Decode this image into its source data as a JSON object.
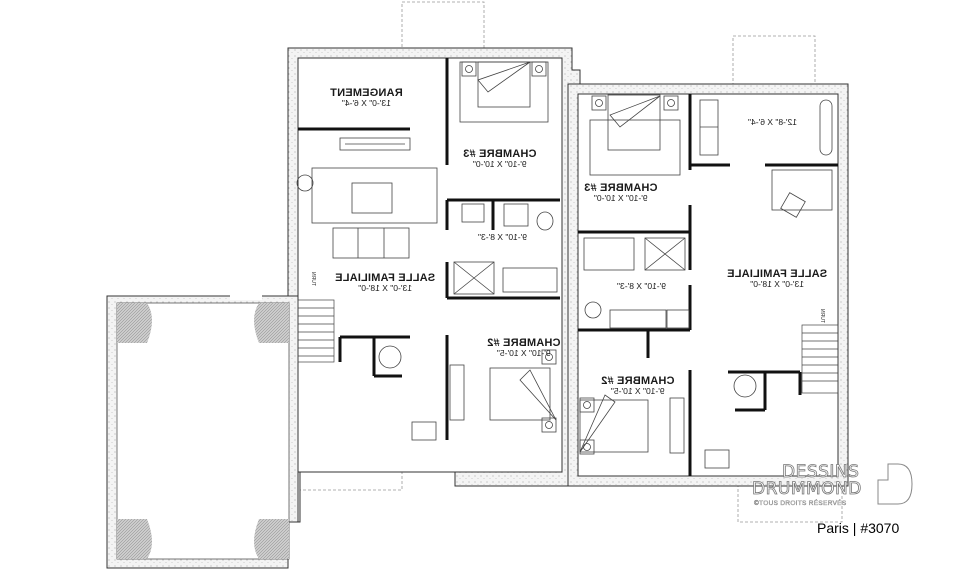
{
  "plan": {
    "orientation": "mirrored",
    "left_unit": {
      "rooms": [
        {
          "id": "rangement",
          "name": "RANGEMENT",
          "dims": "13'-0\" X 6'-4\""
        },
        {
          "id": "chambre3",
          "name": "CHAMBRE #3",
          "dims": "9'-10\" X 10'-0\""
        },
        {
          "id": "bathroom",
          "name": "",
          "dims": "9'-10\" X 8'-3\""
        },
        {
          "id": "salle_familiale",
          "name": "SALLE FAMILIALE",
          "dims": "13'-0\" X 18'-0\""
        },
        {
          "id": "chambre2",
          "name": "CHAMBRE #2",
          "dims": "9'-10\" X 10'-5\""
        }
      ],
      "stair_label": "TURN"
    },
    "right_unit": {
      "rooms": [
        {
          "id": "storage",
          "name": "",
          "dims": "12'-8\" X 6'-4\""
        },
        {
          "id": "chambre3",
          "name": "CHAMBRE #3",
          "dims": "9'-10\" X 10'-0\""
        },
        {
          "id": "bathroom",
          "name": "",
          "dims": "9'-10\" X 8'-3\""
        },
        {
          "id": "salle_familiale",
          "name": "SALLE FAMILIALE",
          "dims": "13'-0\" X 18'-0\""
        },
        {
          "id": "chambre2",
          "name": "CHAMBRE #2",
          "dims": "9'-10\" X 10'-5\""
        }
      ],
      "stair_label": "TURN"
    }
  },
  "brand": {
    "line1": "DESSINS",
    "line2": "DRUMMOND",
    "copyright": "©TOUS DROITS RÉSERVÉS",
    "plan_name": "Paris | #3070"
  },
  "colors": {
    "wall": "#1a1a1a",
    "foundation_fill": "#f2f2f2",
    "line": "#555555",
    "dashed": "#999999"
  }
}
